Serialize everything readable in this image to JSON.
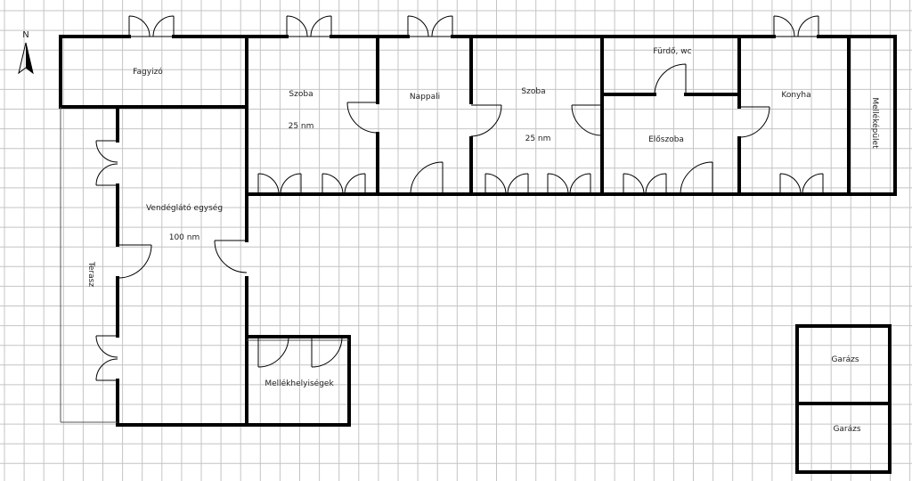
{
  "compass": {
    "label": "N"
  },
  "rooms": {
    "fagyizo": "Fagyizó",
    "szoba1": "Szoba",
    "szoba1_area": "25 nm",
    "nappali": "Nappali",
    "szoba2": "Szoba",
    "szoba2_area": "25 nm",
    "furdo": "Fürdő, wc",
    "eloszoba": "Előszoba",
    "konyha": "Konyha",
    "melleképulet": "Melléképület",
    "vendeglato": "Vendéglátó egység",
    "vendeglato_area": "100 nm",
    "terasz": "Terasz",
    "mellekhelyisegek": "Mellékhelyiségek",
    "garazs1": "Garázs",
    "garazs2": "Garázs"
  },
  "colors": {
    "grid": "#c4c4c4",
    "wall": "#000000",
    "thin": "#555555"
  }
}
